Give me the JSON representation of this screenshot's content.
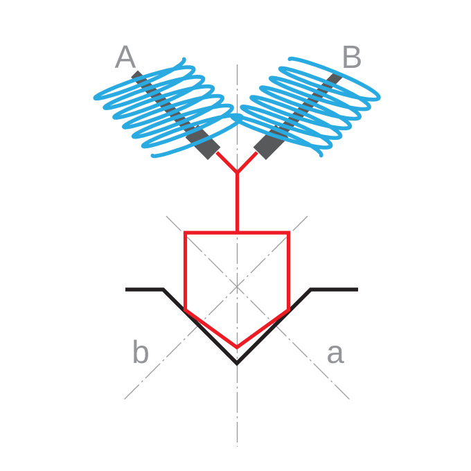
{
  "diagram": {
    "labels": {
      "spring_left": "A",
      "spring_right": "B",
      "flank_left": "b",
      "flank_right": "a"
    },
    "colors": {
      "spring": "#29ABE2",
      "lead": "#ED1C24",
      "connector": "#58595B",
      "groove": "#231F20",
      "centerline": "#9A9A9C",
      "label": "#939598",
      "background": "#FFFFFF"
    }
  }
}
